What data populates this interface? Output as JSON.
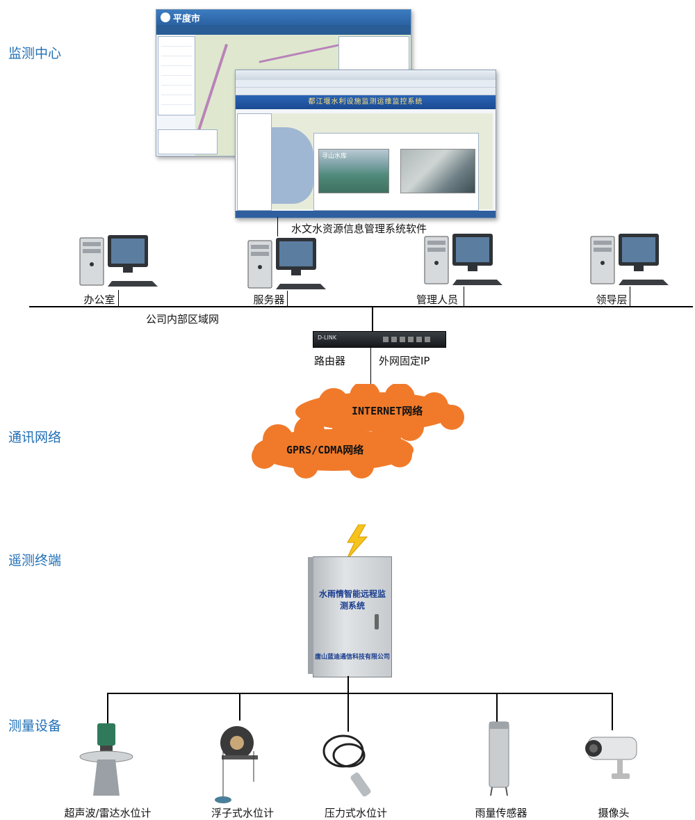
{
  "sections": {
    "monitoring_center": "监测中心",
    "communication_network": "通讯网络",
    "telemetry_terminal": "遥测终端",
    "measurement_equipment": "测量设备"
  },
  "monitoring": {
    "software_label": "水文水资源信息管理系统软件",
    "screenshot_app_title": "平度市",
    "screenshot_banner": "都江堰水利设施监测运维监控系统",
    "screenshot_photo_caption": "寻山水库"
  },
  "computers": [
    {
      "label": "办公室",
      "icon": "desktop-computer-icon"
    },
    {
      "label": "服务器",
      "icon": "desktop-computer-icon"
    },
    {
      "label": "管理人员",
      "icon": "desktop-computer-icon"
    },
    {
      "label": "领导层",
      "icon": "desktop-computer-icon"
    }
  ],
  "lan_label": "公司内部区域网",
  "router": {
    "label": "路由器",
    "ip_label": "外网固定IP",
    "brand": "D-LINK"
  },
  "clouds": {
    "internet": "INTERNET网络",
    "gprs": "GPRS/CDMA网络"
  },
  "cabinet": {
    "title": "水雨情智能远程监测系统",
    "company": "唐山蓝迪通信科技有限公司",
    "icon": "lightning-icon"
  },
  "devices": [
    {
      "label": "超声波/雷达水位计",
      "icon": "radar-level-sensor-icon"
    },
    {
      "label": "浮子式水位计",
      "icon": "float-level-gauge-icon"
    },
    {
      "label": "压力式水位计",
      "icon": "pressure-level-sensor-icon"
    },
    {
      "label": "雨量传感器",
      "icon": "rain-gauge-icon"
    },
    {
      "label": "摄像头",
      "icon": "camera-icon"
    }
  ],
  "colors": {
    "section_label": "#1f6fb5",
    "cloud": "#f07a2a",
    "cabinet": "#cfd3d6"
  }
}
